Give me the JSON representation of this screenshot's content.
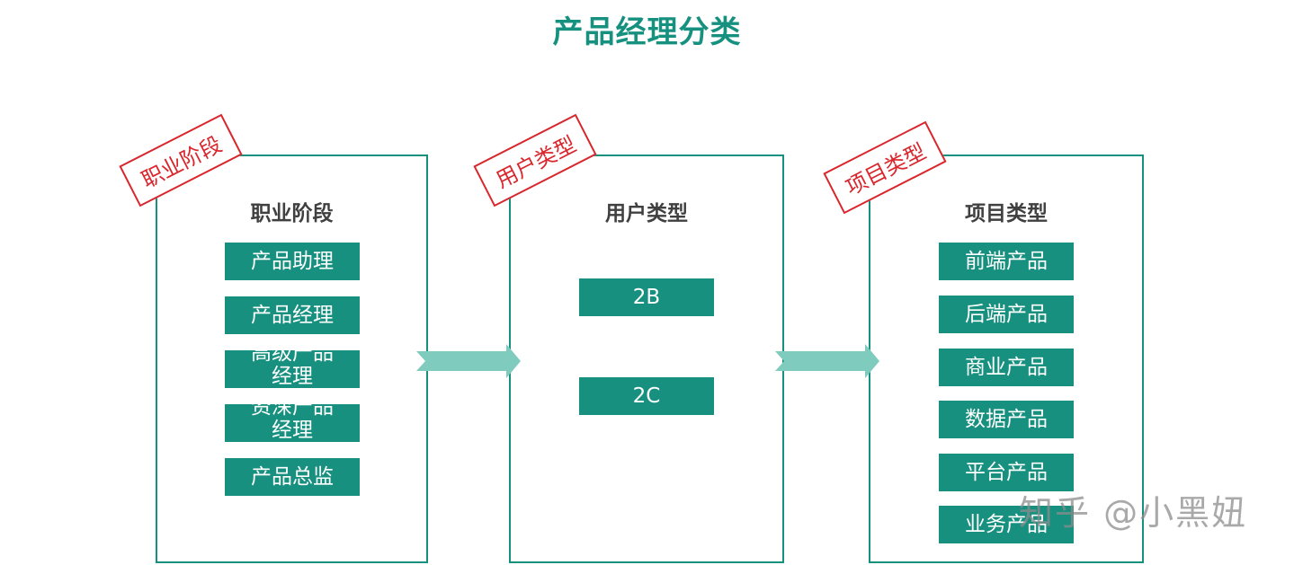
{
  "title": "产品经理分类",
  "panels": [
    {
      "stamp": "职业阶段",
      "heading": "职业阶段",
      "items": [
        "产品助理",
        "产品经理",
        "高级产品经理",
        "资深产品经理",
        "产品总监"
      ]
    },
    {
      "stamp": "用户类型",
      "heading": "用户类型",
      "items": [
        "2B",
        "2C"
      ]
    },
    {
      "stamp": "项目类型",
      "heading": "项目类型",
      "items": [
        "前端产品",
        "后端产品",
        "商业产品",
        "数据产品",
        "平台产品",
        "业务产品"
      ]
    }
  ],
  "watermark": "知乎 @小黑妞",
  "colors": {
    "accent": "#16907f",
    "item_fill": "#17907f",
    "stamp_red": "#d9262c",
    "arrow": "#7fcbbd"
  }
}
